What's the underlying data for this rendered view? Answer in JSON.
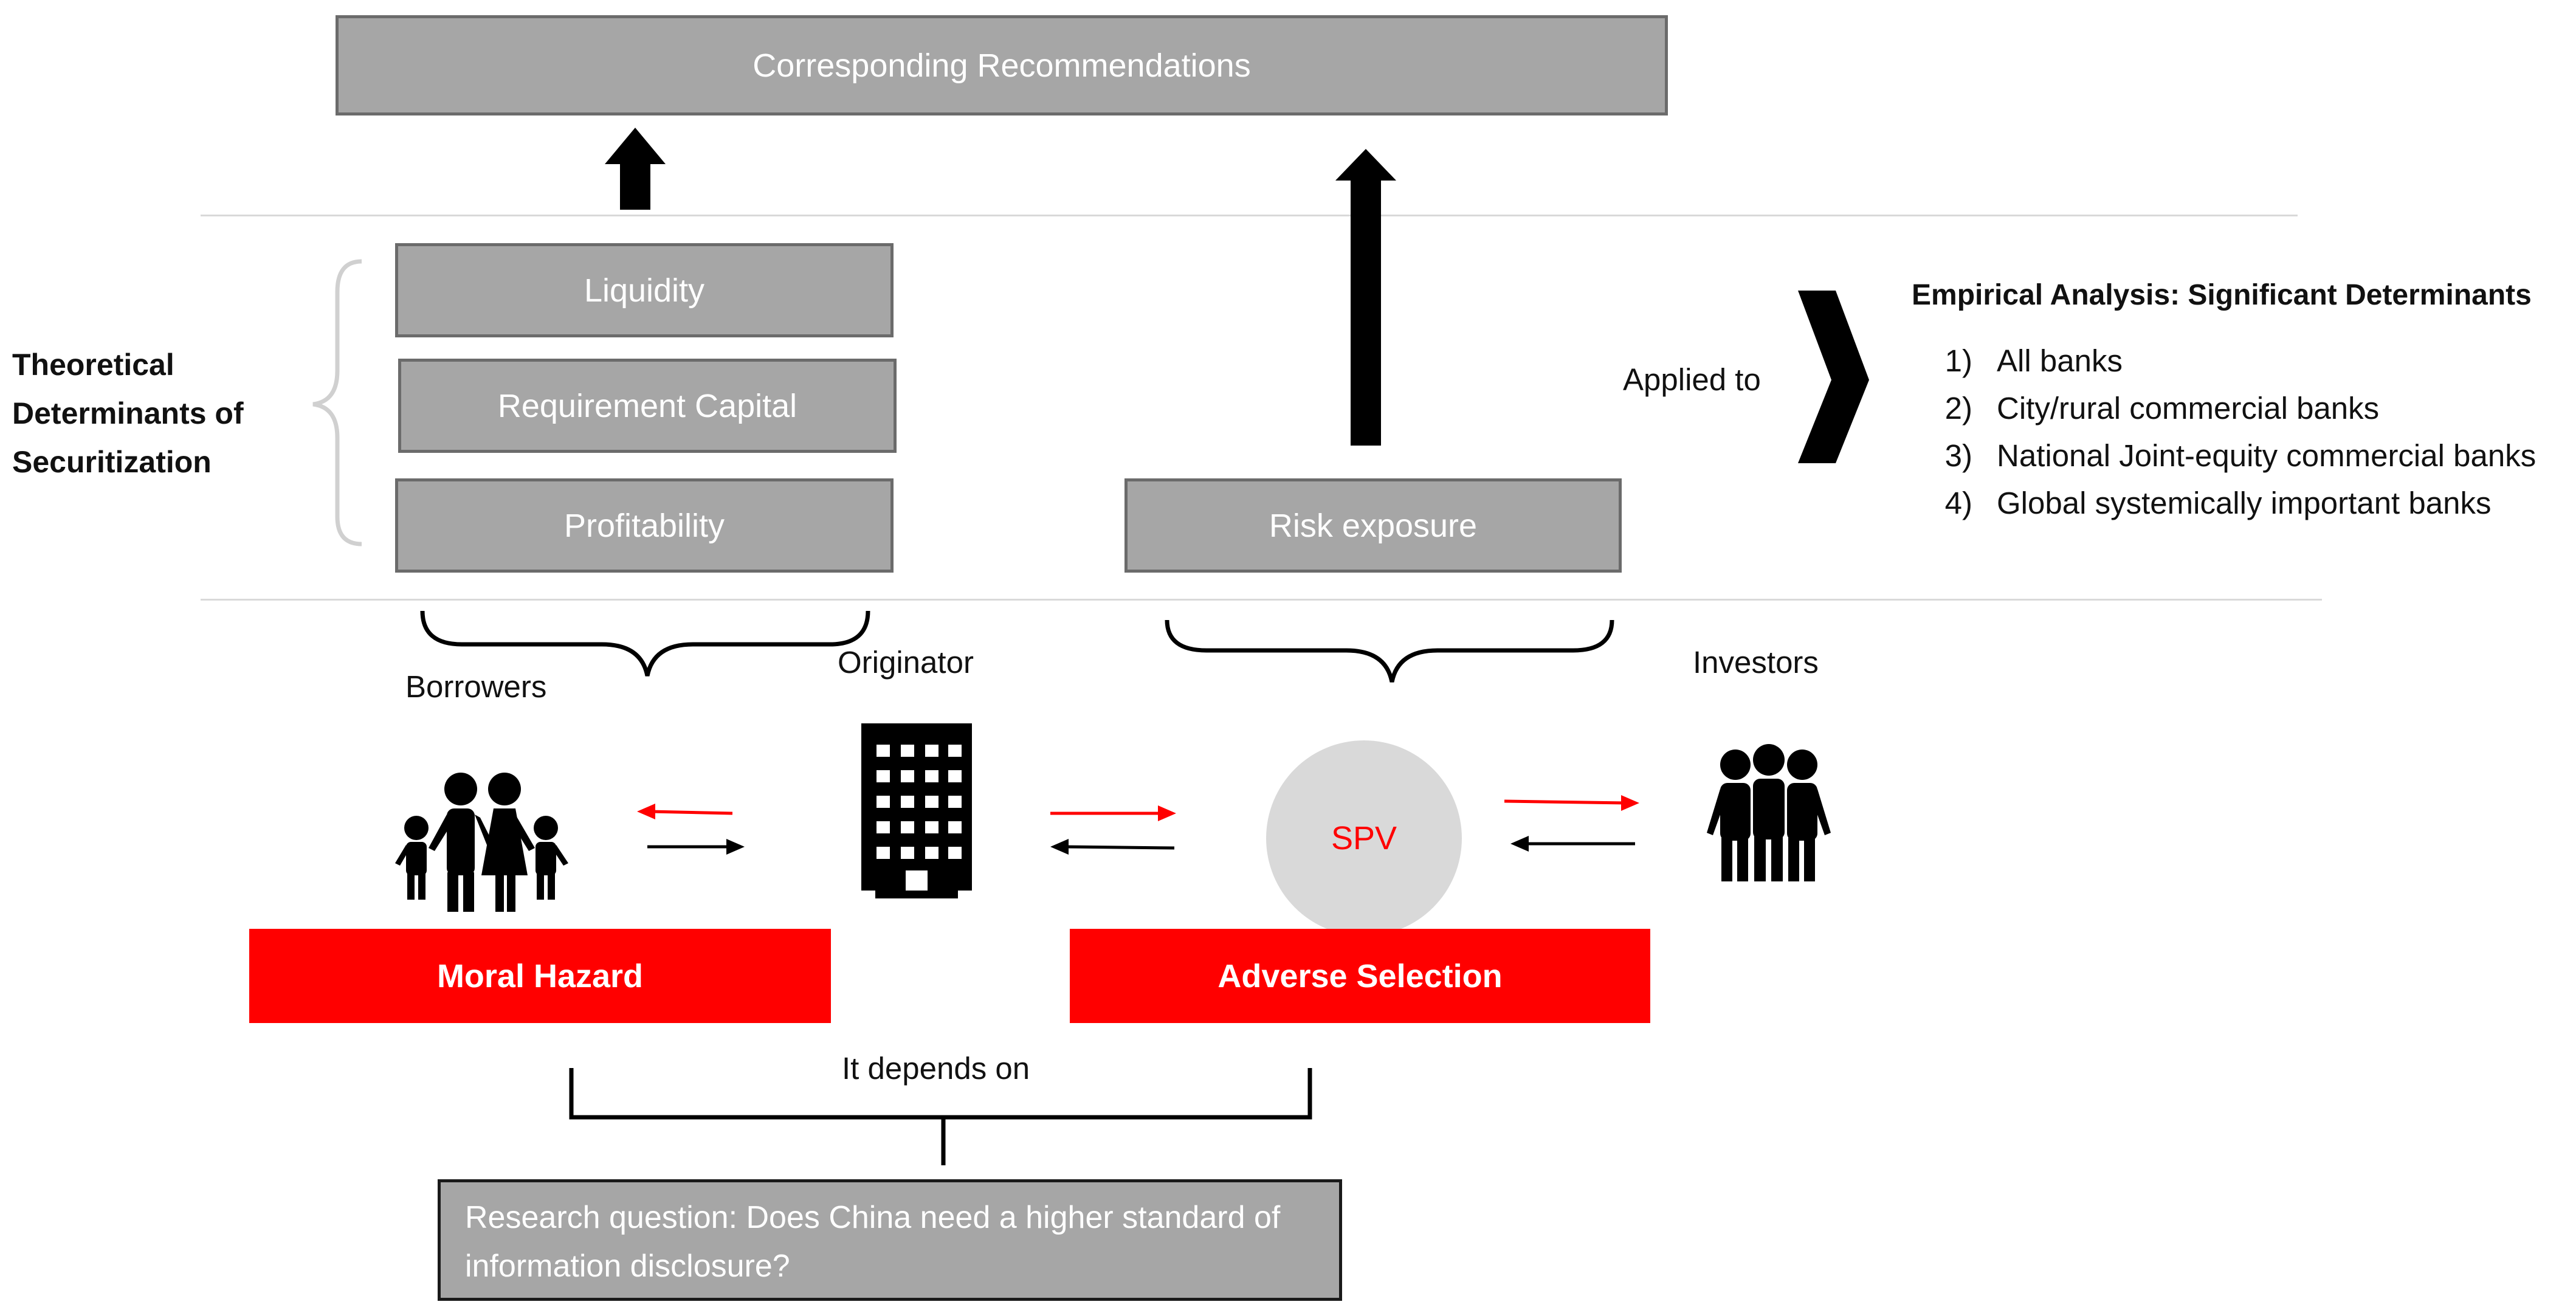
{
  "top_box": "Corresponding Recommendations",
  "theoretical_label": "Theoretical Determinants of Securitization",
  "determinants": [
    "Liquidity",
    "Requirement Capital",
    "Profitability"
  ],
  "risk_box": "Risk exposure",
  "applied_to": "Applied to",
  "empirical": {
    "title": "Empirical Analysis: Significant Determinants",
    "items": [
      {
        "num": "1)",
        "text": "All banks"
      },
      {
        "num": "2)",
        "text": "City/rural commercial banks"
      },
      {
        "num": "3)",
        "text": "National Joint-equity commercial banks"
      },
      {
        "num": "4)",
        "text": "Global systemically important banks"
      }
    ]
  },
  "actors": {
    "borrowers": "Borrowers",
    "originator": "Originator",
    "investors": "Investors",
    "spv": "SPV"
  },
  "problems": {
    "moral_hazard": "Moral Hazard",
    "adverse_selection": "Adverse Selection"
  },
  "depends_on": "It depends on",
  "research_question": "Research question: Does China need a higher standard of information disclosure?",
  "colors": {
    "box_gray": "#a6a6a6",
    "box_border": "#6b6b6b",
    "red": "#ff0000",
    "spv_circle": "#d9d9d9"
  }
}
